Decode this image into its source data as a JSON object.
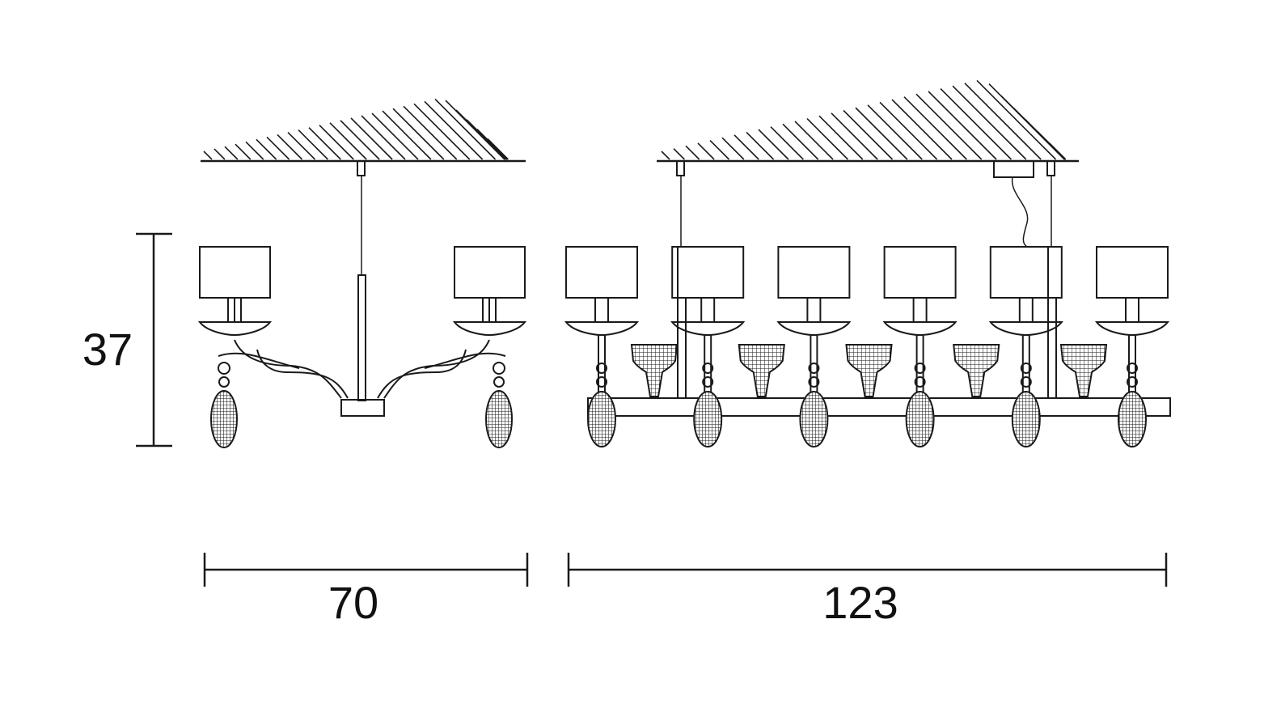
{
  "dimensions": {
    "height_label": "37",
    "side_width_label": "70",
    "front_width_label": "123"
  },
  "side_view": {
    "arms": 2
  },
  "front_view": {
    "shades": 6,
    "cups": 5,
    "crystal_drops": 6
  },
  "colors": {
    "line": "#1a1a1a",
    "background": "#ffffff"
  }
}
